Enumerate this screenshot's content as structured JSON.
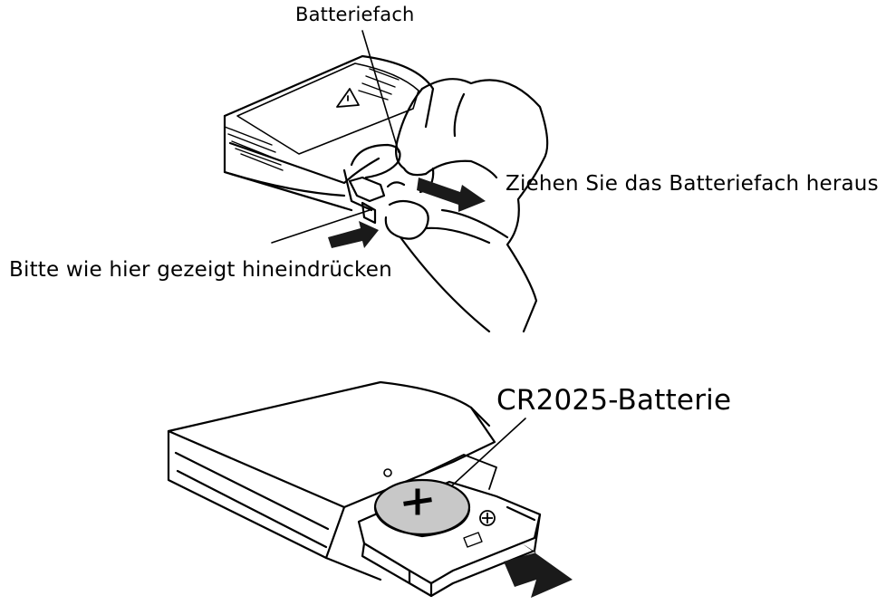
{
  "labels": {
    "compartment": "Batteriefach",
    "pull_out": "Ziehen Sie das Batteriefach heraus",
    "press_in": "Bitte wie hier gezeigt hineindrücken",
    "battery": "CR2025-Batterie"
  },
  "icons": {
    "polarity_plus_battery": "+",
    "polarity_plus_tray": "+",
    "warning": "warning-triangle-icon"
  },
  "colors": {
    "ink": "#000000",
    "battery_fill": "#c8c8c8",
    "arrow_fill": "#1a1a1a",
    "background": "#ffffff"
  }
}
